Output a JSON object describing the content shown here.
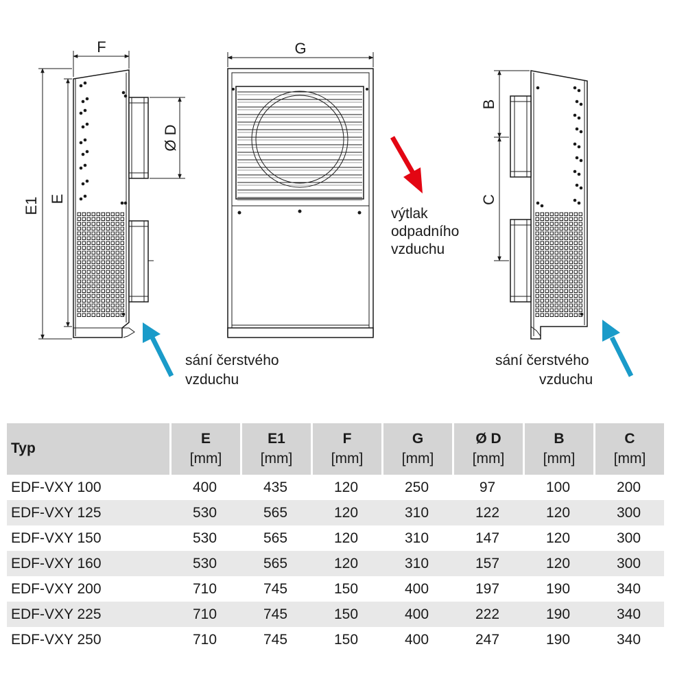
{
  "diagram": {
    "dimensions": {
      "F": "F",
      "G": "G",
      "E1": "E1",
      "E": "E",
      "D": "Ø D",
      "B": "B",
      "C": "C"
    },
    "annotations": {
      "exhaust_line1": "výtlak",
      "exhaust_line2": "odpadního",
      "exhaust_line3": "vzduchu",
      "intake_left_line1": "sání čerstvého",
      "intake_left_line2": "vzduchu",
      "intake_right_line1": "sání čerstvého",
      "intake_right_line2": "vzduchu"
    },
    "colors": {
      "exhaust_arrow": "#e30613",
      "intake_arrow": "#1a9bc9"
    }
  },
  "table": {
    "headers": [
      {
        "name": "Typ",
        "unit": ""
      },
      {
        "name": "E",
        "unit": "[mm]"
      },
      {
        "name": "E1",
        "unit": "[mm]"
      },
      {
        "name": "F",
        "unit": "[mm]"
      },
      {
        "name": "G",
        "unit": "[mm]"
      },
      {
        "name": "Ø D",
        "unit": "[mm]"
      },
      {
        "name": "B",
        "unit": "[mm]"
      },
      {
        "name": "C",
        "unit": "[mm]"
      }
    ],
    "rows": [
      [
        "EDF-VXY 100",
        "400",
        "435",
        "120",
        "250",
        "97",
        "100",
        "200"
      ],
      [
        "EDF-VXY 125",
        "530",
        "565",
        "120",
        "310",
        "122",
        "120",
        "300"
      ],
      [
        "EDF-VXY 150",
        "530",
        "565",
        "120",
        "310",
        "147",
        "120",
        "300"
      ],
      [
        "EDF-VXY 160",
        "530",
        "565",
        "120",
        "310",
        "157",
        "120",
        "300"
      ],
      [
        "EDF-VXY 200",
        "710",
        "745",
        "150",
        "400",
        "197",
        "190",
        "340"
      ],
      [
        "EDF-VXY 225",
        "710",
        "745",
        "150",
        "400",
        "222",
        "190",
        "340"
      ],
      [
        "EDF-VXY 250",
        "710",
        "745",
        "150",
        "400",
        "247",
        "190",
        "340"
      ]
    ]
  }
}
